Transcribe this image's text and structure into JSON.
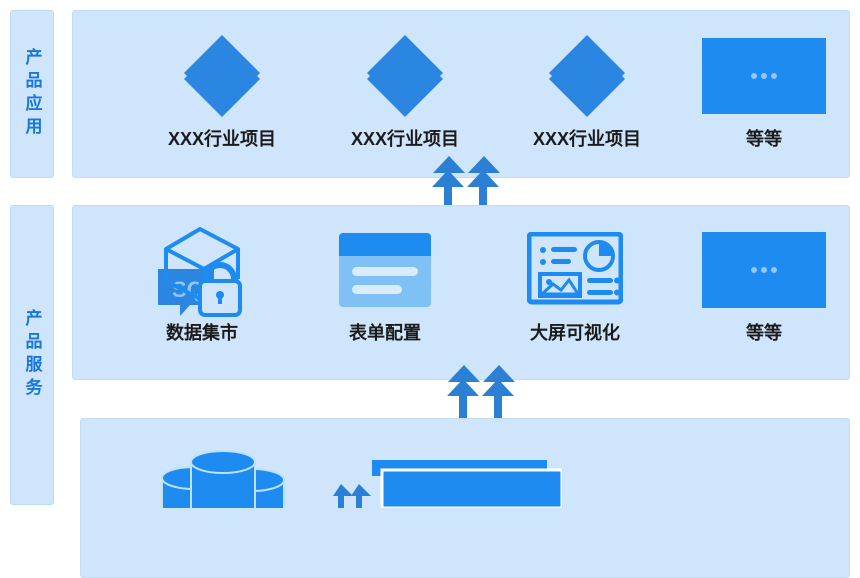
{
  "rails": [
    {
      "id": "product-application",
      "label": "产品应用"
    },
    {
      "id": "product-service",
      "label": "产品服务"
    }
  ],
  "colors": {
    "panel_bg": "#cfe5fb",
    "panel_border": "#c4dcf6",
    "rail_text": "#1677e0",
    "accent_blue": "#1e8bf0",
    "icon_blue": "#2a86e0",
    "label_text": "#1b1b1b",
    "arrow_blue": "#2b7fd4",
    "light_fill": "#7fc0f5",
    "page_bg": "#ffffff"
  },
  "rows": [
    {
      "id": "application-row",
      "items": [
        {
          "id": "industry-project-1",
          "label": "XXX行业项目",
          "icon": "nested-diamond-icon"
        },
        {
          "id": "industry-project-2",
          "label": "XXX行业项目",
          "icon": "nested-diamond-icon"
        },
        {
          "id": "industry-project-3",
          "label": "XXX行业项目",
          "icon": "nested-diamond-icon"
        },
        {
          "id": "application-more",
          "label": "等等",
          "icon": "ellipsis-box-icon"
        }
      ]
    },
    {
      "id": "service-row",
      "items": [
        {
          "id": "data-mart",
          "label": "数据集市",
          "icon": "data-mart-lock-icon"
        },
        {
          "id": "form-config",
          "label": "表单配置",
          "icon": "form-card-icon"
        },
        {
          "id": "bigscreen-viz",
          "label": "大屏可视化",
          "icon": "dashboard-screen-icon"
        },
        {
          "id": "service-more",
          "label": "等等",
          "icon": "ellipsis-box-icon"
        }
      ]
    },
    {
      "id": "platform-row",
      "items": [
        {
          "id": "database-cluster",
          "label": "",
          "icon": "database-cylinders-icon"
        },
        {
          "id": "stacked-cards",
          "label": "",
          "icon": "stacked-panels-icon"
        }
      ]
    }
  ],
  "arrow_groups": [
    {
      "id": "service-to-application-arrows",
      "count": 4,
      "direction": "up"
    },
    {
      "id": "platform-to-service-arrows",
      "count": 4,
      "direction": "up"
    }
  ],
  "ellipsis": {
    "symbol": "•••",
    "dot_count": 3
  }
}
